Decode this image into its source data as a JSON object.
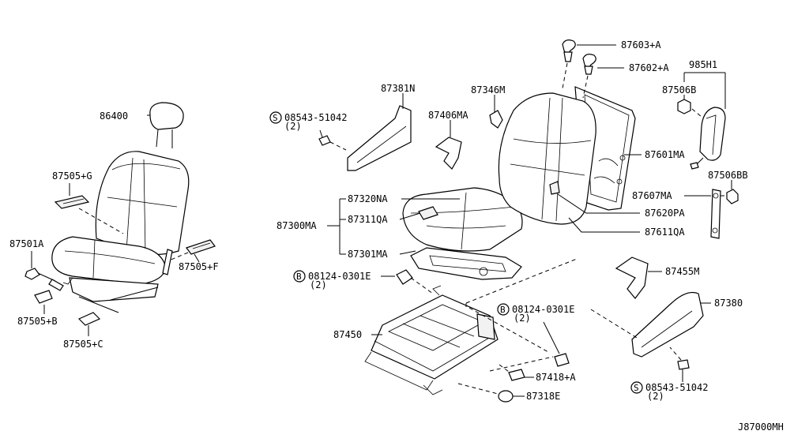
{
  "diagram_id": "J87000MH",
  "labels": {
    "l86400": "86400",
    "l87505g": "87505+G",
    "l87501a": "87501A",
    "l87505b": "87505+B",
    "l87505c": "87505+C",
    "l87505f": "87505+F",
    "l87381n": "87381N",
    "l87346m": "87346M",
    "l87406ma": "87406MA",
    "l08543a": "08543-51042",
    "l08543a_qty": "(2)",
    "l87320na": "87320NA",
    "l87311qa": "87311QA",
    "l87300ma": "87300MA",
    "l87301ma": "87301MA",
    "l08124a": "08124-0301E",
    "l08124a_qty": "(2)",
    "l87450": "87450",
    "l87603a": "87603+A",
    "l87602a": "87602+A",
    "l985h1": "985H1",
    "l87506b": "87506B",
    "l87601ma": "87601MA",
    "l87506bb": "87506BB",
    "l87607ma": "87607MA",
    "l87620pa": "87620PA",
    "l87611qa": "87611QA",
    "l87455m": "87455M",
    "l87380": "87380",
    "l08124b": "08124-0301E",
    "l08124b_qty": "(2)",
    "l87418a": "87418+A",
    "l87318e": "87318E",
    "l08543b": "08543-51042",
    "l08543b_qty": "(2)"
  },
  "symbols": {
    "screw": "S",
    "bolt": "B"
  }
}
